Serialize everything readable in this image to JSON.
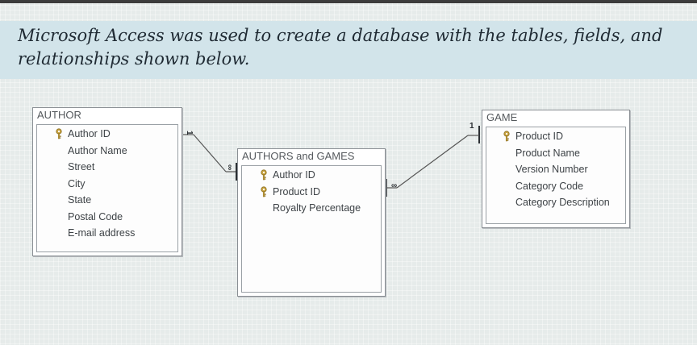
{
  "question": "Microsoft Access was used to create a database with the tables, fields, and relationships shown below.",
  "tables": {
    "author": {
      "title": "AUTHOR",
      "fields": [
        {
          "name": "Author ID",
          "key": true
        },
        {
          "name": "Author Name",
          "key": false
        },
        {
          "name": "Street",
          "key": false
        },
        {
          "name": "City",
          "key": false
        },
        {
          "name": "State",
          "key": false
        },
        {
          "name": "Postal Code",
          "key": false
        },
        {
          "name": "E-mail address",
          "key": false
        }
      ]
    },
    "authors_games": {
      "title": "AUTHORS and GAMES",
      "fields": [
        {
          "name": "Author ID",
          "key": true
        },
        {
          "name": "Product ID",
          "key": true
        },
        {
          "name": "Royalty Percentage",
          "key": false
        }
      ]
    },
    "game": {
      "title": "GAME",
      "fields": [
        {
          "name": "Product ID",
          "key": true
        },
        {
          "name": "Product Name",
          "key": false
        },
        {
          "name": "Version Number",
          "key": false
        },
        {
          "name": "Category Code",
          "key": false
        },
        {
          "name": "Category Description",
          "key": false
        }
      ]
    }
  },
  "relationships": [
    {
      "from": "AUTHOR",
      "to": "AUTHORS and GAMES",
      "from_card": "1",
      "to_card": "∞"
    },
    {
      "from": "GAME",
      "to": "AUTHORS and GAMES",
      "from_card": "1",
      "to_card": "∞"
    }
  ],
  "colors": {
    "banner": "#d2e4ea",
    "key_icon": "#c9a441"
  }
}
